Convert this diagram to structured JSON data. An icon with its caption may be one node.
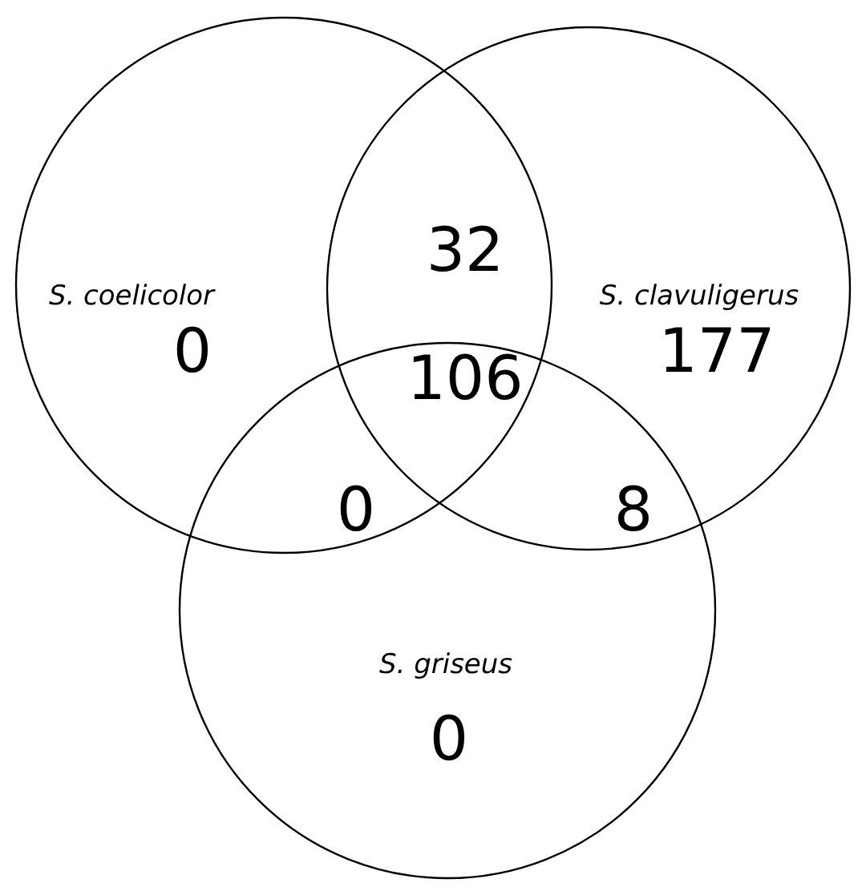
{
  "diagram": {
    "nodes": [
      {
        "text": [
          "S. coelicolor"
        ]
      },
      {
        "text": [
          "S. clavuligerus"
        ]
      },
      {
        "text": [
          "S. griseus"
        ]
      }
    ],
    "labels": [
      "32",
      "0",
      "177",
      "106",
      "0",
      "8",
      "0"
    ]
  }
}
